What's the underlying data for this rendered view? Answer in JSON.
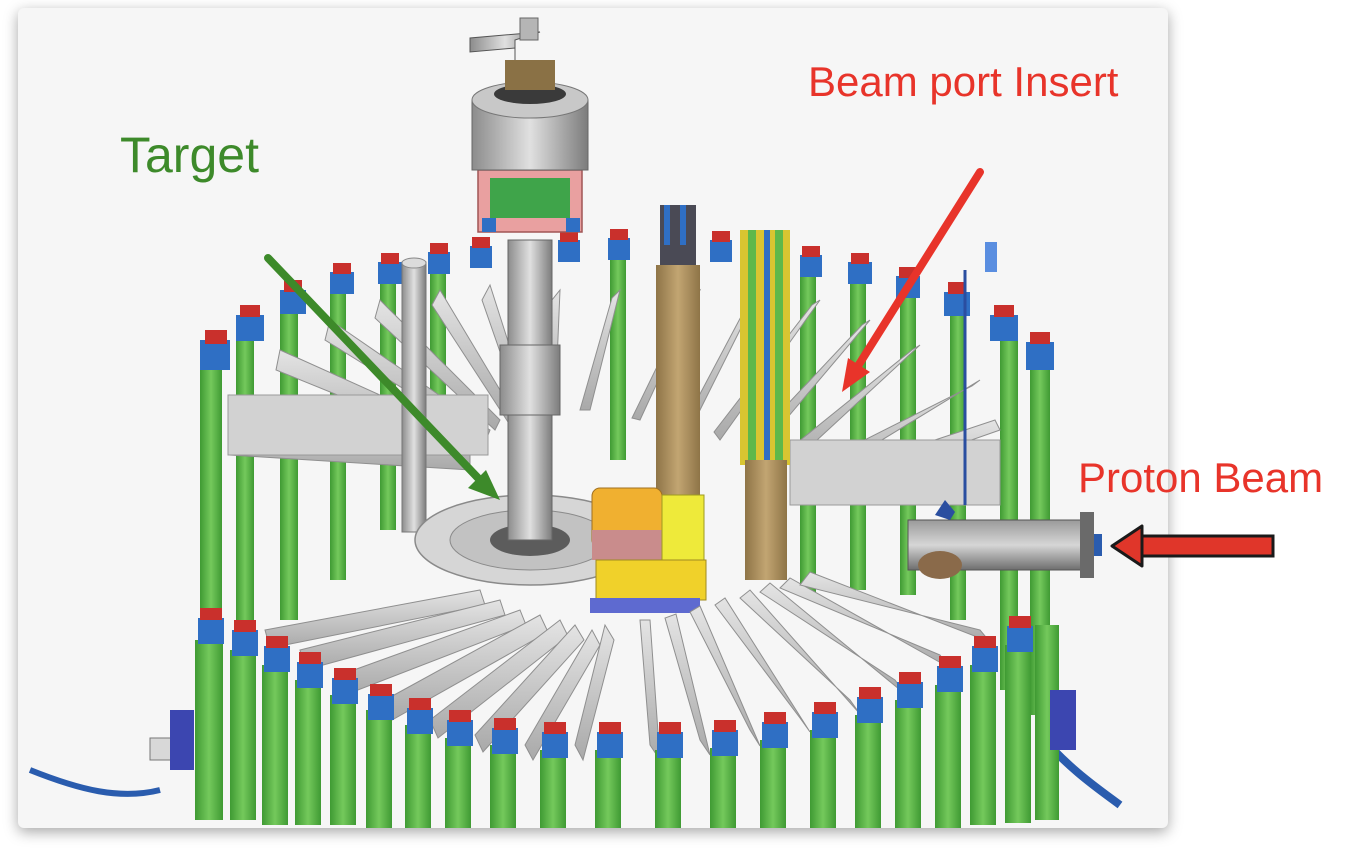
{
  "labels": {
    "target": "Target",
    "beam_port_insert": "Beam port Insert",
    "proton_beam": "Proton Beam"
  },
  "colors": {
    "target_label": "#3d8a2a",
    "insert_label": "#e8342a",
    "proton_label": "#e8342a",
    "support_green": "#5fb84a",
    "module_grey": "#c9c9c9",
    "actuator_blue": "#2f6fc4",
    "actuator_red": "#c9302c",
    "insert_yellow": "#d9c531",
    "shaft_brown": "#a88b5a"
  }
}
